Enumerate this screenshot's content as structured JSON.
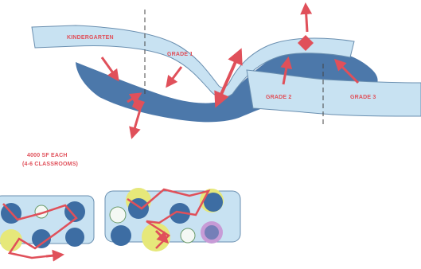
{
  "labels": {
    "kindergarten": "KINDERGARTEN",
    "grade1": "GRADE 1",
    "grade2": "GRADE 2",
    "grade3": "GRADE 3",
    "area_line1": "4000 SF EACH",
    "area_line2": "(4-6 CLASSROOMS)"
  },
  "colors": {
    "dark_blue": "#3d6da3",
    "light_blue": "#c8e2f2",
    "outline": "#6a8fb0",
    "accent_red": "#e0505a",
    "yellow": "#e6e87a",
    "purple": "#c79bd6",
    "green": "#b8dca8"
  }
}
